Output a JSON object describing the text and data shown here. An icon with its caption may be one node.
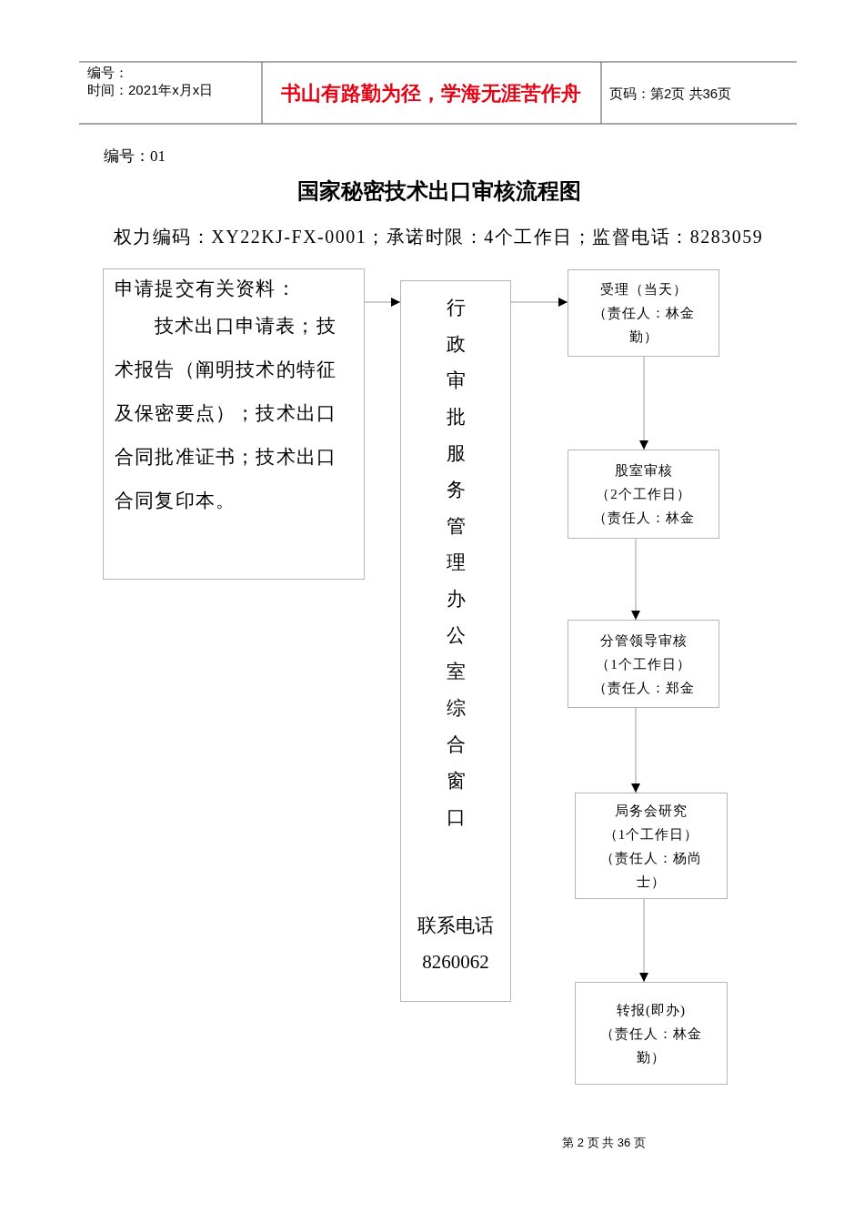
{
  "diagram": {
    "title": "国家秘密技术出口审核流程图",
    "nodes": [
      {
        "text": [
          "申请提交有关资料：",
          "技术出口申请表；技术报告（阐明技术的特征及保密要点）；技术出口合同批准证书；技术出口合同复印本。"
        ]
      },
      {
        "text": [
          "行政审批服务管理办公室综合窗口",
          "联系电话",
          "8260062"
        ]
      },
      {
        "text": [
          "受理（当天）",
          "（责任人：林金勤）"
        ]
      },
      {
        "text": [
          "股室审核",
          "（2个工作日）",
          "（责任人：林金"
        ]
      },
      {
        "text": [
          "分管领导审核",
          "（1个工作日）",
          "（责任人：郑金"
        ]
      },
      {
        "text": [
          "局务会研究",
          "（1个工作日）",
          "（责任人：杨尚士）"
        ]
      },
      {
        "text": [
          "转报(即办)",
          "（责任人：林金勤）"
        ]
      }
    ],
    "edges": [
      {
        "from": 0,
        "to": 1,
        "arrow": "to"
      },
      {
        "from": 1,
        "to": 2,
        "arrow": "to"
      },
      {
        "from": 2,
        "to": 3,
        "arrow": "to"
      },
      {
        "from": 3,
        "to": 4,
        "arrow": "to"
      },
      {
        "from": 4,
        "to": 5,
        "arrow": "to"
      },
      {
        "from": 5,
        "to": 6,
        "arrow": "to"
      }
    ],
    "labels": [
      "编号：",
      "时间：2021年x月x日",
      "书山有路勤为径，学海无涯苦作舟",
      "页码：第2页 共36页",
      "编号：01",
      "权力编码：XY22KJ-FX-0001；承诺时限：4个工作日；监督电话：8283059",
      "第 2 页 共 36 页"
    ]
  }
}
